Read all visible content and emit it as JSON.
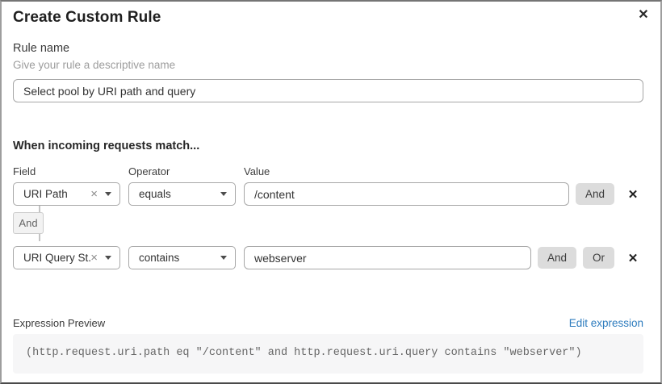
{
  "modal": {
    "title": "Create Custom Rule",
    "close_icon": "✕"
  },
  "rule_name": {
    "label": "Rule name",
    "help": "Give your rule a descriptive name",
    "value": "Select pool by URI path and query"
  },
  "match": {
    "heading": "When incoming requests match...",
    "columns": {
      "field": "Field",
      "operator": "Operator",
      "value": "Value"
    },
    "connector_label": "And",
    "icons": {
      "clear": "×",
      "remove": "✕"
    },
    "rows": [
      {
        "field_value": "URI Path",
        "operator_value": "equals",
        "value": "/content",
        "and_label": "And"
      },
      {
        "field_value": "URI Query St...",
        "operator_value": "contains",
        "value": "webserver",
        "and_label": "And",
        "or_label": "Or"
      }
    ]
  },
  "expression": {
    "label": "Expression Preview",
    "edit_link": "Edit expression",
    "code": "(http.request.uri.path eq \"/content\" and http.request.uri.query contains \"webserver\")"
  },
  "colors": {
    "link": "#2e7cbe",
    "button_bg": "#dcdcdc",
    "code_bg": "#f6f6f7"
  }
}
